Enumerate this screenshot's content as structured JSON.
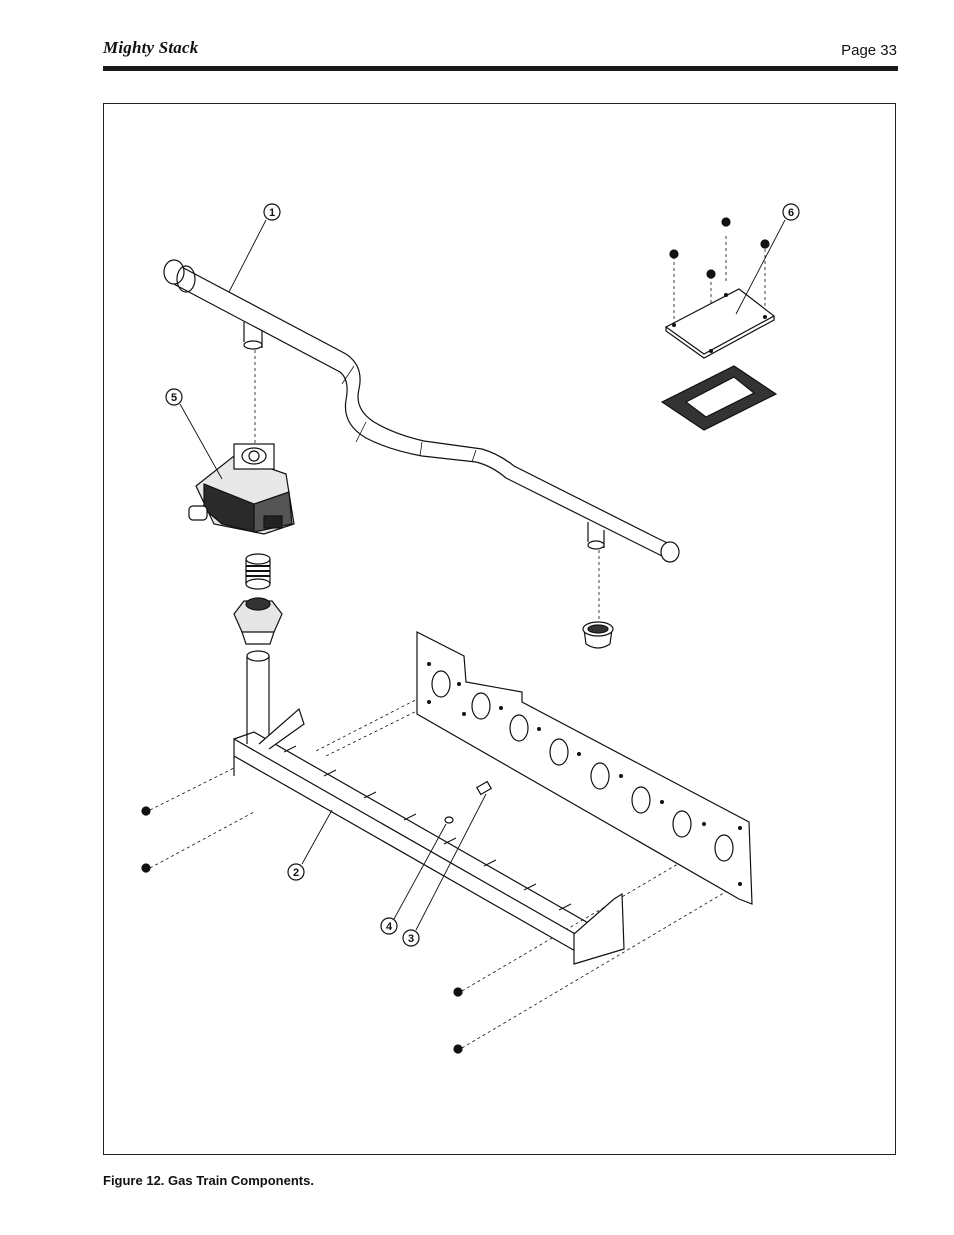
{
  "header": {
    "title": "Mighty Stack",
    "page": "Page 33"
  },
  "figure": {
    "caption": "Figure 12. Gas Train Components.",
    "callouts": [
      "1",
      "2",
      "3",
      "4",
      "5",
      "6"
    ]
  }
}
